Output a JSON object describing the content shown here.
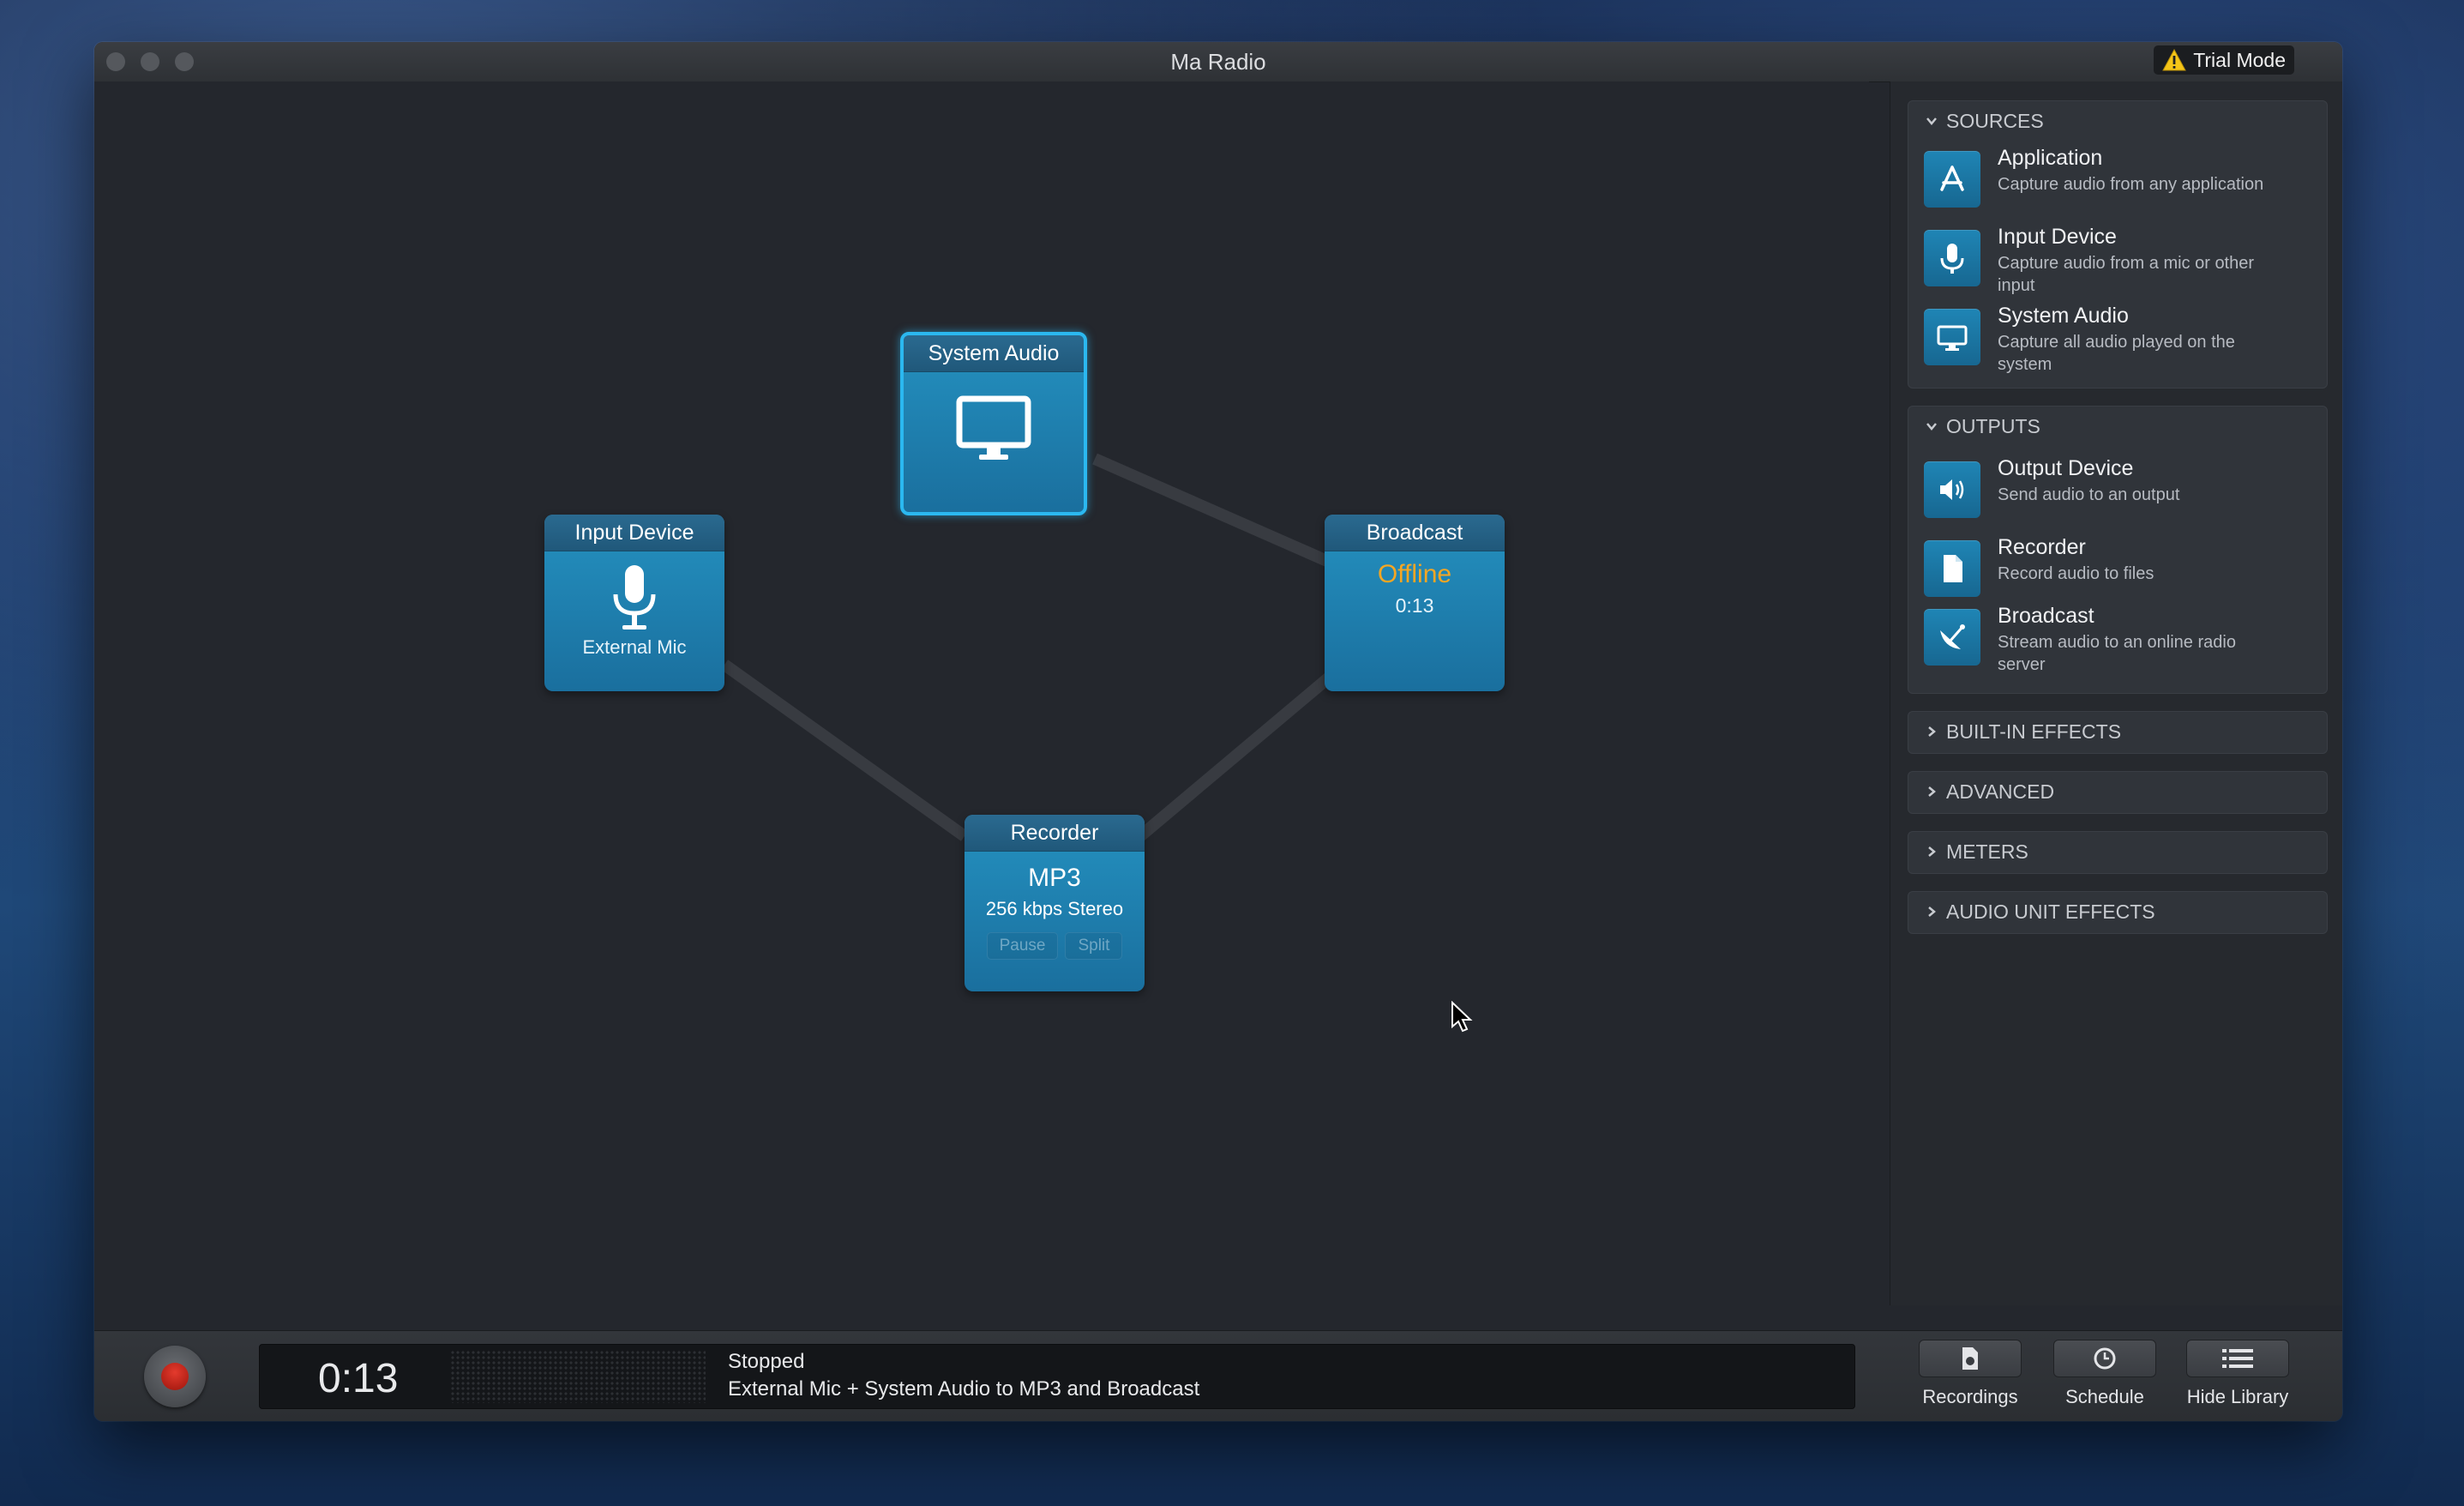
{
  "window": {
    "title": "Ma Radio",
    "trial_badge": "Trial Mode"
  },
  "canvas": {
    "nodes": {
      "system_audio": {
        "title": "System Audio",
        "icon": "monitor-icon"
      },
      "input_device": {
        "title": "Input Device",
        "subtitle": "External Mic",
        "icon": "microphone-icon"
      },
      "broadcast": {
        "title": "Broadcast",
        "status": "Offline",
        "time": "0:13"
      },
      "recorder": {
        "title": "Recorder",
        "format": "MP3",
        "bitrate": "256 kbps Stereo",
        "pause": "Pause",
        "split": "Split"
      }
    }
  },
  "library": {
    "sources": {
      "header": "SOURCES",
      "items": [
        {
          "title": "Application",
          "desc": "Capture audio from any application",
          "icon": "app-store-icon"
        },
        {
          "title": "Input Device",
          "desc": "Capture audio from a mic or other input",
          "icon": "microphone-icon"
        },
        {
          "title": "System Audio",
          "desc": "Capture all audio played on the system",
          "icon": "monitor-icon"
        }
      ]
    },
    "outputs": {
      "header": "OUTPUTS",
      "items": [
        {
          "title": "Output Device",
          "desc": "Send audio to an output",
          "icon": "speaker-icon"
        },
        {
          "title": "Recorder",
          "desc": "Record audio to files",
          "icon": "document-icon"
        },
        {
          "title": "Broadcast",
          "desc": "Stream audio to an online radio server",
          "icon": "satellite-dish-icon"
        }
      ]
    },
    "collapsed": [
      "BUILT-IN EFFECTS",
      "ADVANCED",
      "METERS",
      "AUDIO UNIT EFFECTS"
    ]
  },
  "bottom": {
    "time": "0:13",
    "status": "Stopped",
    "description": "External Mic + System Audio to MP3 and Broadcast",
    "buttons": {
      "recordings": "Recordings",
      "schedule": "Schedule",
      "hide_library": "Hide Library"
    }
  },
  "colors": {
    "node_blue": "#2491c0",
    "selected_border": "#2bb8f0",
    "offline_orange": "#f5a623",
    "record_red": "#e43a2d"
  }
}
